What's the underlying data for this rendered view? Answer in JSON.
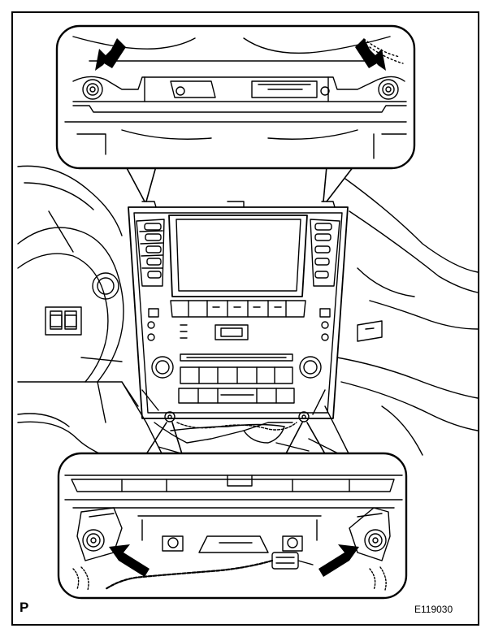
{
  "corner_mark": "P",
  "figure_id": "E119030",
  "colors": {
    "line": "#000000",
    "paper": "#ffffff",
    "arrow": "#000000"
  },
  "callouts": {
    "top": {
      "clip_count": 2
    },
    "bottom": {
      "clip_count": 2
    }
  }
}
